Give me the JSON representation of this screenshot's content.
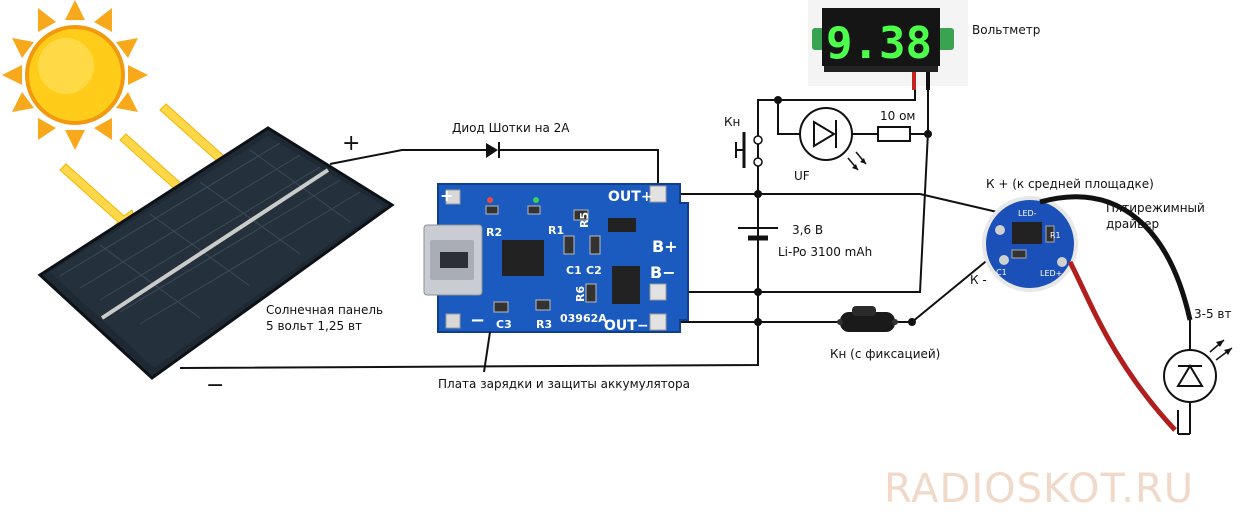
{
  "watermark": "RADIOSKOT.RU",
  "voltmeter": {
    "reading": "9.38",
    "label": "Вольтметр"
  },
  "solar_panel": {
    "label_line1": "Солнечная панель",
    "label_line2": "5 вольт 1,25 вт",
    "plus": "+",
    "minus": "−"
  },
  "schottky": {
    "label": "Диод Шотки на 2А"
  },
  "charger_board": {
    "caption": "Плата зарядки и защиты аккумулятора",
    "pins": {
      "out_plus": "OUT+",
      "b_plus": "B+",
      "b_minus": "B−",
      "out_minus": "OUT−",
      "plus": "+",
      "minus": "−"
    },
    "refs": {
      "r2": "R2",
      "r1": "R1",
      "r5": "R5",
      "r6": "R6",
      "c1": "C1",
      "c2": "C2",
      "c3": "C3",
      "r3": "R3",
      "model": "03962A"
    }
  },
  "button_kn": {
    "label": "Кн"
  },
  "indicator": {
    "resistor": "10 ом",
    "led_label": "UF"
  },
  "battery": {
    "voltage": "3,6 В",
    "type": "Li-Po 3100 mAh"
  },
  "latch_button": {
    "label": "Кн (с фиксацией)"
  },
  "driver": {
    "k_plus": "К +  (к средней площадке)",
    "k_minus": "К -",
    "title_line1": "Пятирежимный",
    "title_line2": "драйвер",
    "chip_label": "LED+",
    "chip_label2": "LED-",
    "chip_r": "R1",
    "chip_c": "C1"
  },
  "led": {
    "power": "3-5 вт"
  }
}
